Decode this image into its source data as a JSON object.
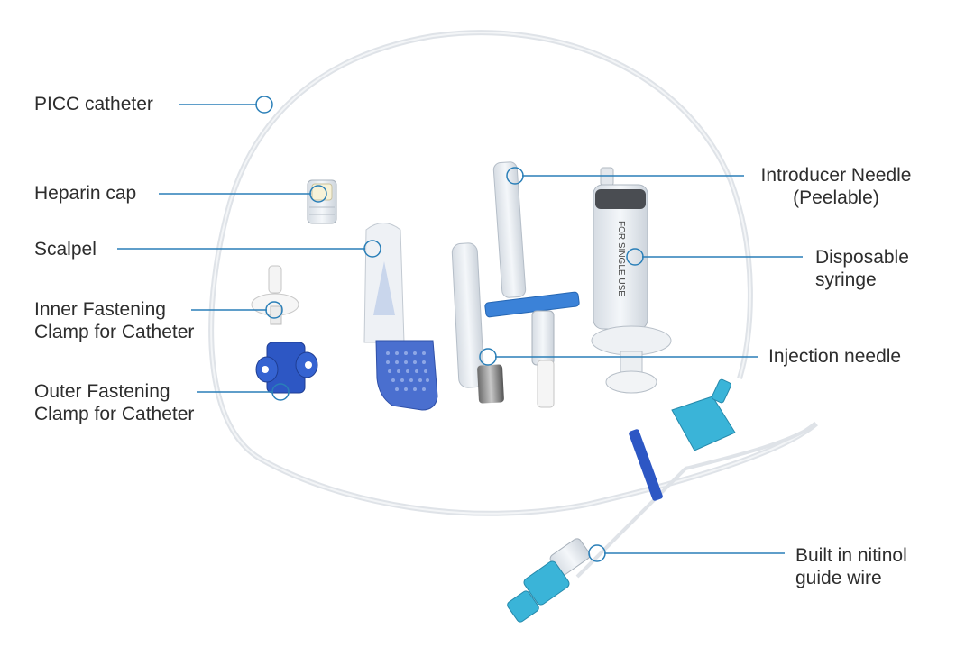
{
  "labels": {
    "picc": {
      "lines": [
        "PICC catheter"
      ]
    },
    "heparin": {
      "lines": [
        "Heparin cap"
      ]
    },
    "scalpel": {
      "lines": [
        "Scalpel"
      ]
    },
    "inner_clamp": {
      "lines": [
        "Inner Fastening",
        "Clamp for Catheter"
      ]
    },
    "outer_clamp": {
      "lines": [
        "Outer Fastening",
        "Clamp for Catheter"
      ]
    },
    "introducer": {
      "lines": [
        "Introducer Needle",
        "(Peelable)"
      ]
    },
    "syringe": {
      "lines": [
        "Disposable",
        "syringe"
      ]
    },
    "injection": {
      "lines": [
        "Injection needle"
      ]
    },
    "guidewire": {
      "lines": [
        "Built in nitinol",
        "guide wire"
      ]
    }
  },
  "syringe_text": "FOR SINGLE USE",
  "colors": {
    "callout_line": "#2a7fb8",
    "blue_part": "#3b82d8",
    "dark_blue_part": "#2d57c4",
    "teal_part": "#3ab4d8",
    "tube": "#e7e9ec"
  }
}
